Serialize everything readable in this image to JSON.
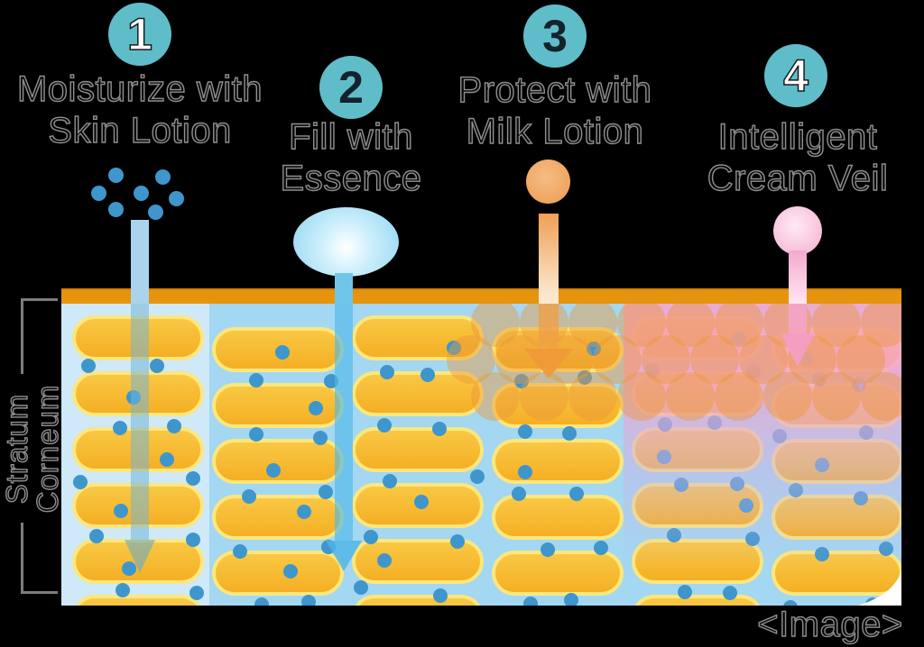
{
  "steps": [
    {
      "number": "1",
      "line1": "Moisturize with",
      "line2": "Skin Lotion",
      "number_color": "#ffffff",
      "number_stroke": "#1a1a1a"
    },
    {
      "number": "2",
      "line1": "Fill with",
      "line2": "Essence",
      "number_color": "#14222c",
      "number_stroke": "none"
    },
    {
      "number": "3",
      "line1": "Protect with",
      "line2": "Milk Lotion",
      "number_color": "#14222c",
      "number_stroke": "none"
    },
    {
      "number": "4",
      "line1": "Intelligent",
      "line2": "Cream Veil",
      "number_color": "#ffffff",
      "number_stroke": "#1a1a1a"
    }
  ],
  "skin_label": {
    "line1": "Stratum",
    "line2": "Corneum"
  },
  "watermark": "<Image>",
  "colors": {
    "background": "#000000",
    "badge": "#5fbdc9",
    "label_outline": "#8f8f8f",
    "surface": "#e6940d",
    "surface_edge": "#cf8106",
    "skin_base": "#cfe9f9",
    "skin_hydrated": "#a3d7f2",
    "cell_top": "#f9c844",
    "cell_bottom": "#f4af24",
    "cell_border": "#fbe77d",
    "dot": "#3e96cc",
    "milk_drop": "rgba(236,150,58,0.45)",
    "veil_top": "rgba(245,164,206,0.85)",
    "veil_mid": "rgba(203,178,226,0.5)",
    "step1_shaft": "#a9d4ec",
    "step1_shaft_lower": "rgba(115,180,215,0.55)",
    "step1_head": "rgba(105,170,195,0.6)",
    "step2_shaft": "#6fc6e9",
    "step2_shaft_lower": "rgba(80,185,232,0.65)",
    "step2_head": "rgba(75,180,230,0.78)",
    "step3_shaft_top": "#efa055",
    "step3_shaft_light": "#fbe8cf",
    "step3_shaft_lower": "rgba(240,160,70,0.8)",
    "step3_head": "rgba(240,152,56,0.9)",
    "step4_shaft": "#f4a9ce",
    "step4_shaft_light": "#fde4f0",
    "step4_shaft_lower": "rgba(244,165,205,0.85)",
    "step4_head": "rgba(243,158,198,0.92)",
    "essence_center": "#ffffff",
    "essence_edge": "#8fd4f0",
    "ball3_center": "#f6bd85",
    "ball3_edge": "#eda057",
    "ball4_center": "#ffeaf4",
    "ball4_edge": "#f6b3d3",
    "wave": "#ffffff"
  }
}
